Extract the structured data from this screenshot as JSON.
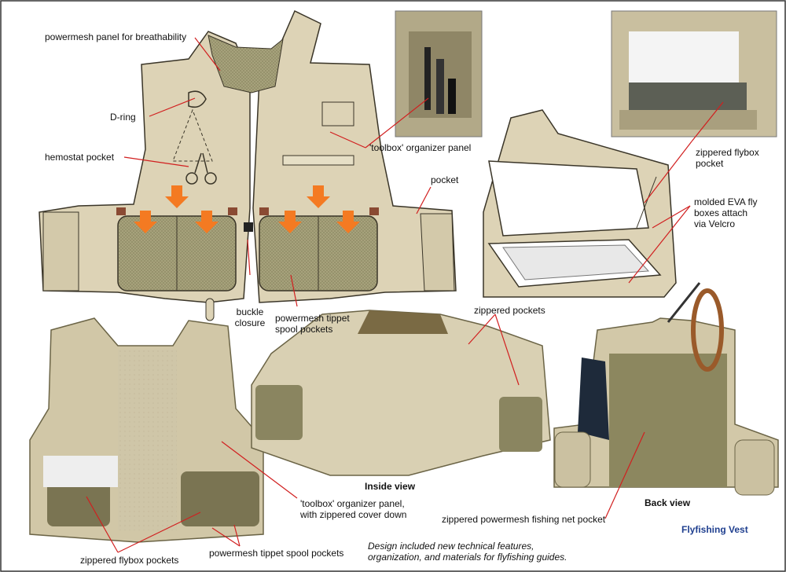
{
  "labels": {
    "powermesh_panel": "powermesh panel for breathability",
    "d_ring": "D-ring",
    "hemostat_pocket": "hemostat pocket",
    "toolbox_panel": "'toolbox' organizer panel",
    "zippered_flybox_pocket_line1": "zippered flybox",
    "zippered_flybox_pocket_line2": "pocket",
    "pocket": "pocket",
    "molded_eva_line1": "molded EVA fly",
    "molded_eva_line2": "boxes attach",
    "molded_eva_line3": "via Velcro",
    "buckle_line1": "buckle",
    "buckle_line2": "closure",
    "tippet_line1": "powermesh tippet",
    "tippet_line2": "spool pockets",
    "zippered_pockets": "zippered pockets",
    "toolbox_cover_line1": "'toolbox' organizer panel,",
    "toolbox_cover_line2": "with zippered cover down",
    "zippered_flybox_pockets": "zippered flybox pockets",
    "tippet_spool_pockets": "powermesh tippet spool pockets",
    "net_pocket": "zippered powermesh fishing net pocket"
  },
  "views": {
    "inside": "Inside view",
    "back": "Back view"
  },
  "product": "Flyfishing Vest",
  "caption_line1": "Design included new technical features,",
  "caption_line2": "organization, and materials for flyfishing guides.",
  "colors": {
    "vest_khaki": "#d9cfb3",
    "vest_outline": "#3a3528",
    "mesh_olive": "#a8a37c",
    "dark_olive": "#6b6446",
    "arrow_orange": "#f47a22",
    "title_blue": "#1f3f8f"
  }
}
